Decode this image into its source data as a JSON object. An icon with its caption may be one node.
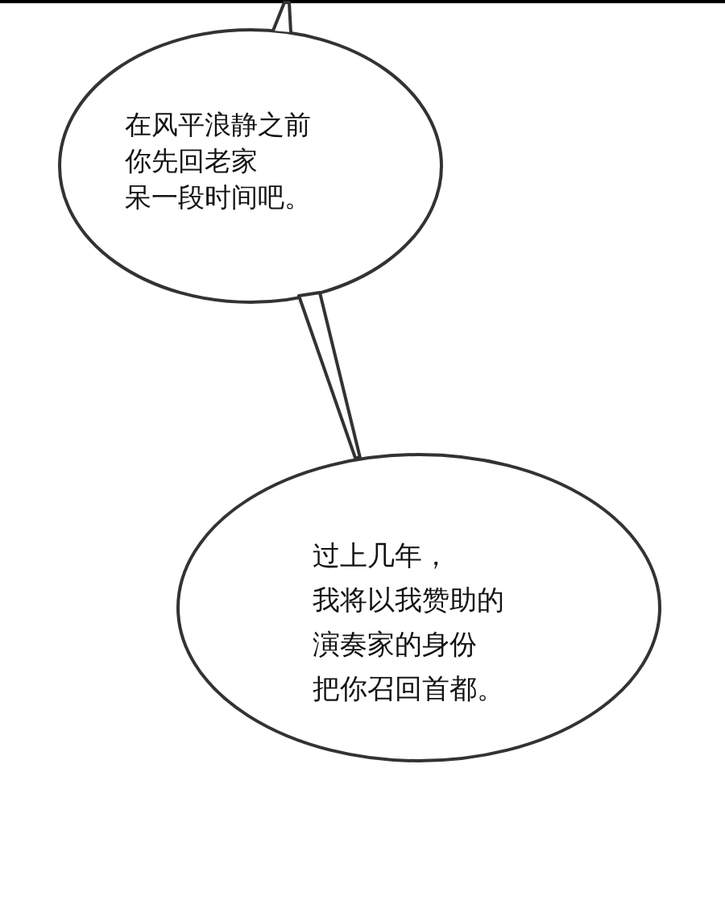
{
  "diagram": {
    "nodes": [
      {
        "text": [
          "在风平浪静之前你先回老家呆一段时间吧。"
        ]
      },
      {
        "text": [
          "过上几年，我将以我赞助的演奏家的身份把你召回首都。"
        ]
      }
    ],
    "edges": [
      {
        "from": 0,
        "to": 1,
        "arrow": "none"
      }
    ]
  }
}
